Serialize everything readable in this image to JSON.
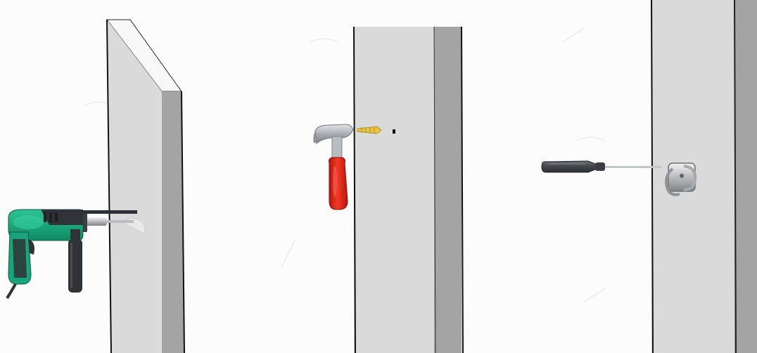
{
  "scene": {
    "background_color": "#fcfcfc",
    "panels": [
      {
        "id": "step-1-drill",
        "tool": "power-drill-icon",
        "fastener": "drill-bit"
      },
      {
        "id": "step-2-hammer",
        "tool": "hammer-icon",
        "fastener": "wall-anchor-icon"
      },
      {
        "id": "step-3-screwdriver",
        "tool": "screwdriver-icon",
        "fastener": "wall-hook-icon"
      }
    ],
    "colors": {
      "wall_face": "#d9d9d9",
      "wall_side": "#a3a3a3",
      "drill_body": "#17a77c",
      "hammer_handle": "#e3271b",
      "anchor": "#e0b93a",
      "screwdriver_handle": "#4b4f55"
    }
  }
}
